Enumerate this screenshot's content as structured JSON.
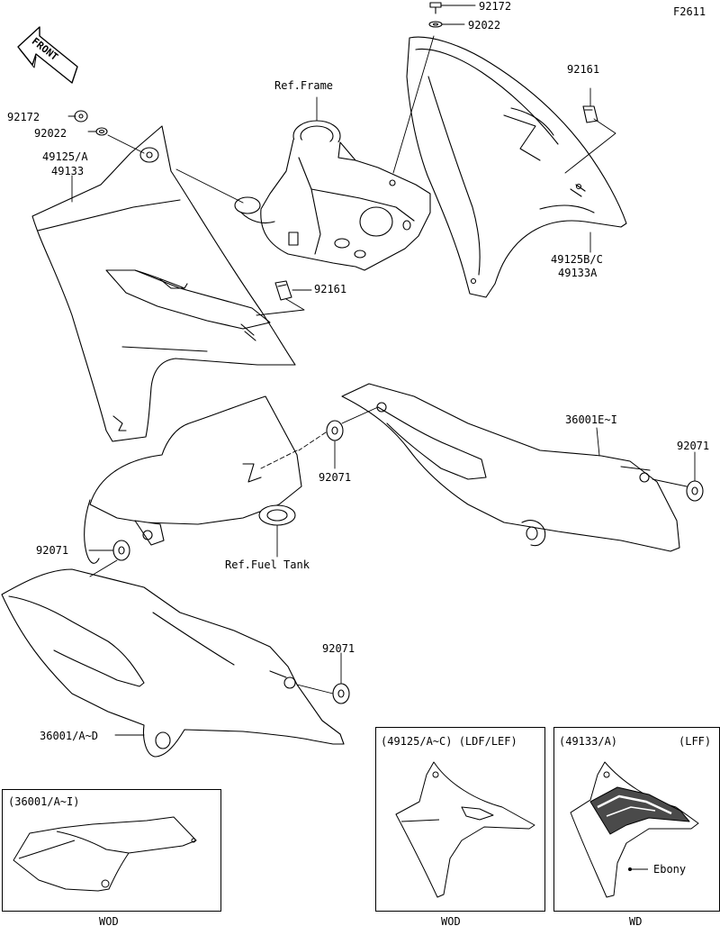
{
  "figure_code": "F2611",
  "front_arrow_text": "FRONT",
  "references": {
    "frame": "Ref.Frame",
    "fuel_tank": "Ref.Fuel Tank"
  },
  "part_labels": {
    "p92172_top": "92172",
    "p92022_top": "92022",
    "p92161_top": "92161",
    "p92172_left": "92172",
    "p92022_left": "92022",
    "p49125a": "49125/A",
    "p49133": "49133",
    "p92161_mid": "92161",
    "p49125bc": "49125B/C",
    "p49133a": "49133A",
    "p36001ei": "36001E~I",
    "p92071_right": "92071",
    "p92071_mid": "92071",
    "p92071_left": "92071",
    "p92071_lower": "92071",
    "p36001ad": "36001/A~D"
  },
  "insets": {
    "shroud_cover": {
      "title": "(36001/A~I)",
      "caption": "WOD"
    },
    "shroud_ldf": {
      "title": "(49125/A~C) (LDF/LEF)",
      "caption": "WOD"
    },
    "shroud_lff": {
      "title": "(49133/A)",
      "variant": "(LFF)",
      "callout": "Ebony",
      "caption": "WD"
    }
  }
}
